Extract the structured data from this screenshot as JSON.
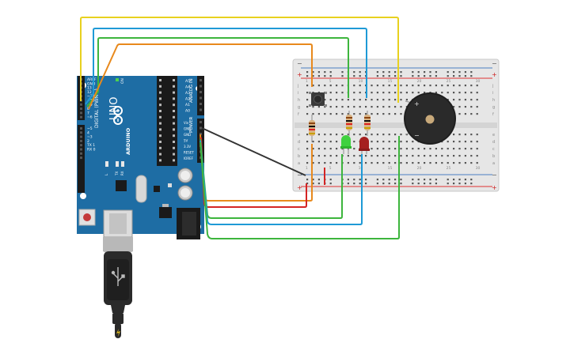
{
  "board": {
    "model": "UNO",
    "brand": "ARDUINO",
    "digital_label": "DIGITAL (PWM~)",
    "analog_label": "ANALOG IN",
    "power_label": "POWER",
    "on_label": "ON",
    "aref": "AREF",
    "gnd": "GND",
    "digital_pins": [
      "13",
      "12",
      "~11",
      "~10",
      "~9",
      "8",
      "7",
      "~6",
      "~5",
      "4",
      "~3",
      "2",
      "TX 1",
      "RX 0"
    ],
    "analog_pins": [
      "A0",
      "A1",
      "A2",
      "A3",
      "A4",
      "A5"
    ],
    "power_pins": [
      "IOREF",
      "RESET",
      "3.3V",
      "5V",
      "GND",
      "GND",
      "Vin"
    ],
    "led_labels": [
      "L",
      "TX",
      "RX"
    ]
  },
  "breadboard": {
    "rail_plus": "+",
    "rail_minus": "−",
    "row_letters_top": [
      "j",
      "i",
      "h",
      "g",
      "f"
    ],
    "row_letters_bottom": [
      "e",
      "d",
      "c",
      "b",
      "a"
    ],
    "column_numbers": [
      "1",
      "5",
      "10",
      "15",
      "20",
      "25",
      "30"
    ]
  },
  "buzzer": {
    "plus": "+",
    "minus": "−"
  },
  "wire_colors": {
    "yellow": "#e8d11f",
    "blue": "#1e9ad6",
    "green": "#3db53d",
    "orange": "#e8891c",
    "red": "#d42424",
    "black": "#333333"
  }
}
